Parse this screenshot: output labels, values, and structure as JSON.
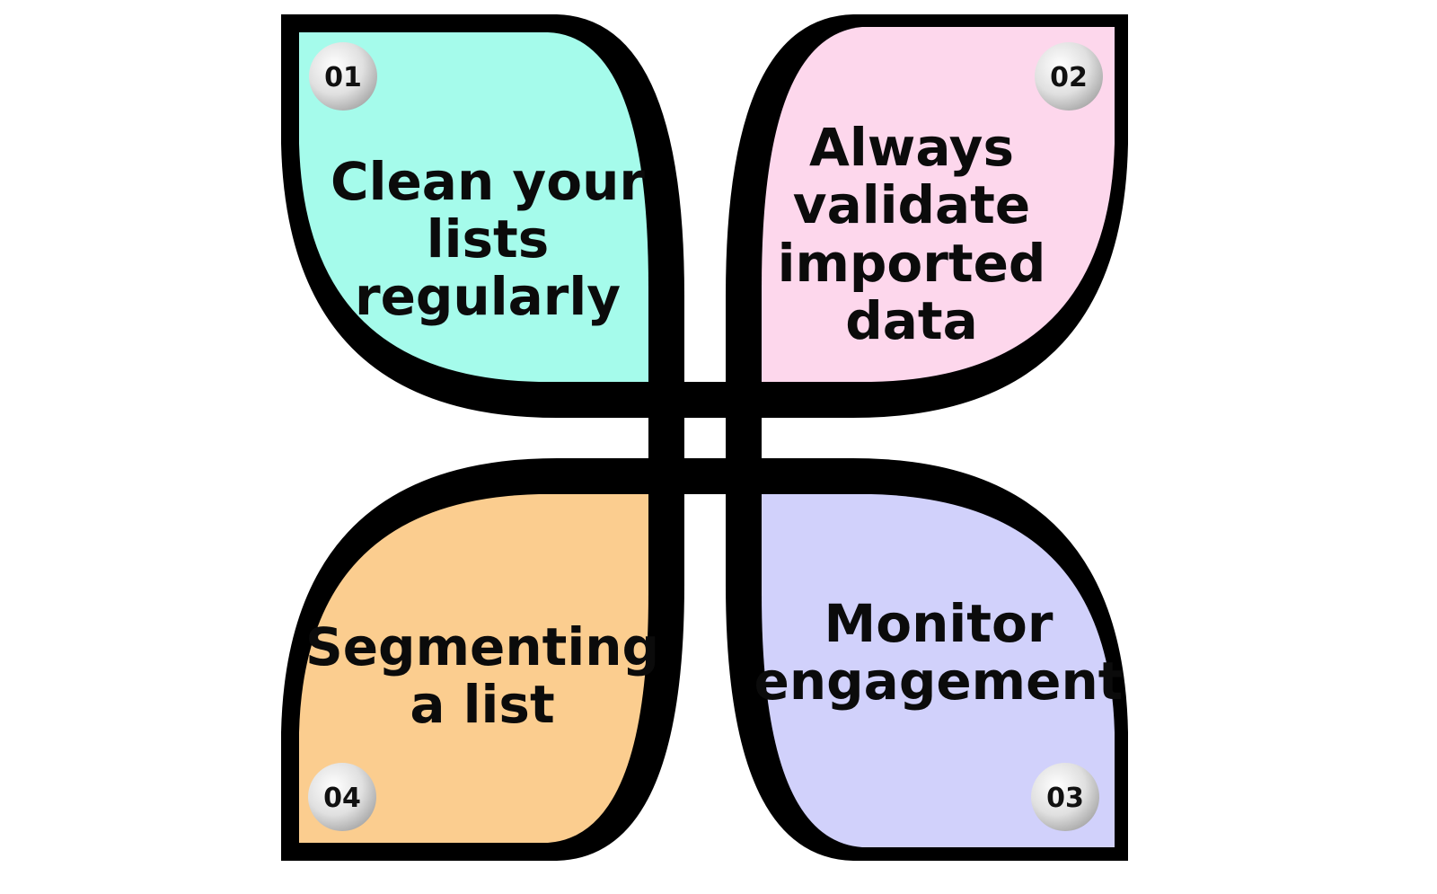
{
  "colors": {
    "outline": "#000000",
    "petal_1": "#a5fbeb",
    "petal_2": "#fdd7ec",
    "petal_3": "#d1d1fb",
    "petal_4": "#fbcd8f",
    "badge_light": "#ffffff",
    "badge_dark": "#a9a9a9"
  },
  "petals": [
    {
      "number": "01",
      "lines": [
        "Clean your",
        "lists",
        "regularly"
      ]
    },
    {
      "number": "02",
      "lines": [
        "Always",
        "validate",
        "imported",
        "data"
      ]
    },
    {
      "number": "03",
      "lines": [
        "Monitor",
        "engagement"
      ]
    },
    {
      "number": "04",
      "lines": [
        "Segmenting",
        "a list"
      ]
    }
  ]
}
